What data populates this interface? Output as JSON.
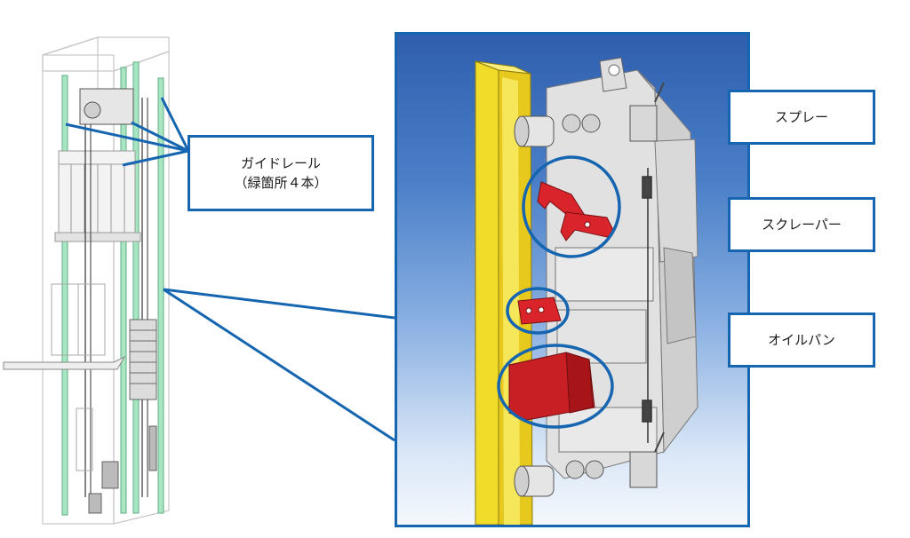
{
  "colors": {
    "callout_blue": "#1565b0",
    "rail_green": "#7fd6a6",
    "rail_yellow": "#f2dc2a",
    "part_red": "#d8242a",
    "background_top": "#2f5fae",
    "background_bottom": "#f4f8fd"
  },
  "labels": {
    "guide_rail": {
      "line1": "ガイドレール",
      "line2": "（緑箇所４本）"
    },
    "spray": "スプレー",
    "scraper": "スクレーパー",
    "oil_pan": "オイルパン"
  },
  "icons": {
    "elevator_shaft": "elevator-shaft-drawing",
    "lubricator": "rail-lubricator-unit"
  }
}
